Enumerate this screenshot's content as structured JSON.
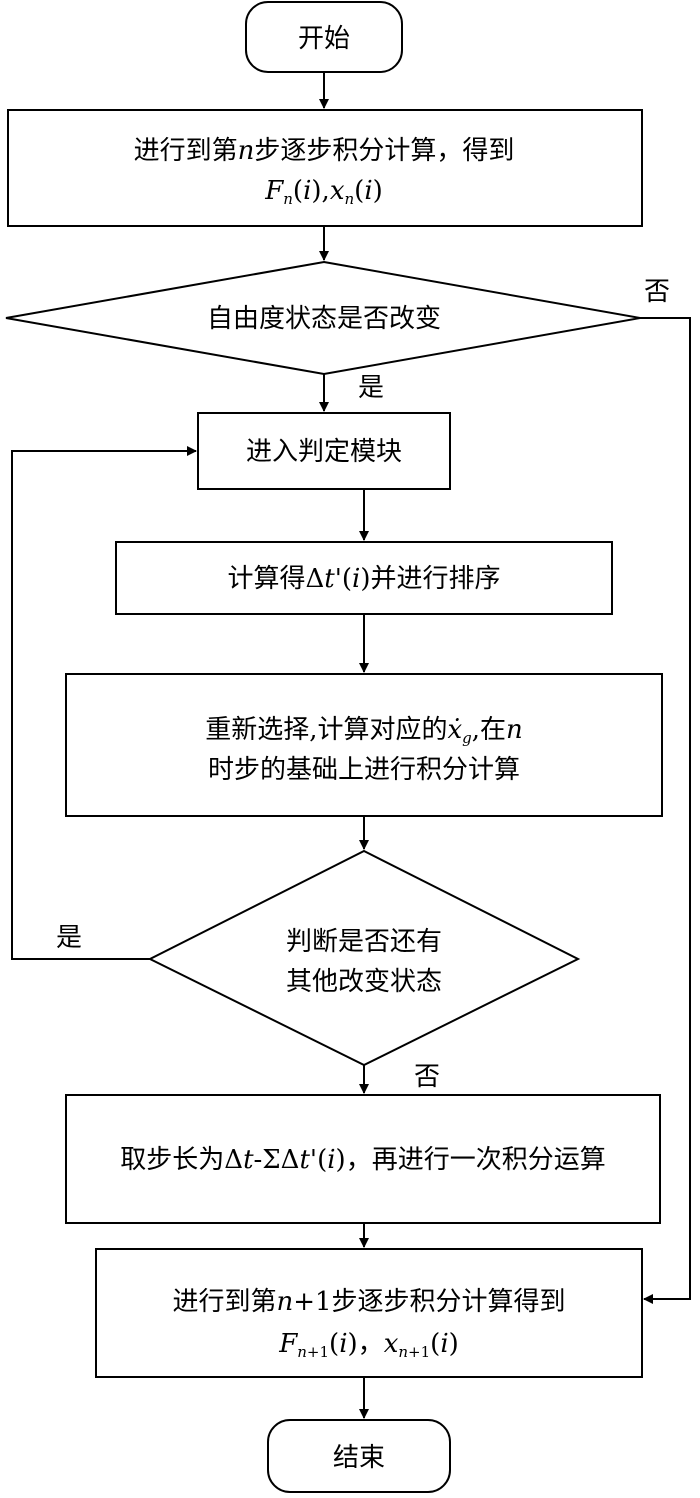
{
  "nodes": {
    "start": {
      "label": "开始"
    },
    "step_n": {
      "line1": "进行到第",
      "line1_var": "n",
      "line1_rest": "步逐步积分计算，得到",
      "formula": "F_n(i),x_n(i)"
    },
    "check_dof": {
      "label": "自由度状态是否改变"
    },
    "enter_module": {
      "label": "进入判定模块"
    },
    "compute_dt": {
      "prefix": "计算得",
      "expr": "Δt'(i)",
      "suffix": "并进行排序"
    },
    "reselect": {
      "line1_prefix": "重新选择,计算对应的",
      "line1_var": "ẋ_g",
      "line1_mid": ",在",
      "line1_var2": "n",
      "line2": "时步的基础上进行积分计算"
    },
    "check_other": {
      "line1": "判断是否还有",
      "line2": "其他改变状态"
    },
    "step_remain": {
      "prefix": "取步长为",
      "expr": "Δt-ΣΔt'(i)",
      "suffix": "，再进行一次积分运算"
    },
    "step_n1": {
      "line1": "进行到第",
      "line1_var": "n+1",
      "line1_rest": "步逐步积分计算得到",
      "formula": "F_{n+1}(i)，x_{n+1}(i)"
    },
    "end": {
      "label": "结束"
    }
  },
  "edge_labels": {
    "dof_yes": "是",
    "dof_no": "否",
    "other_yes": "是",
    "other_no": "否"
  }
}
